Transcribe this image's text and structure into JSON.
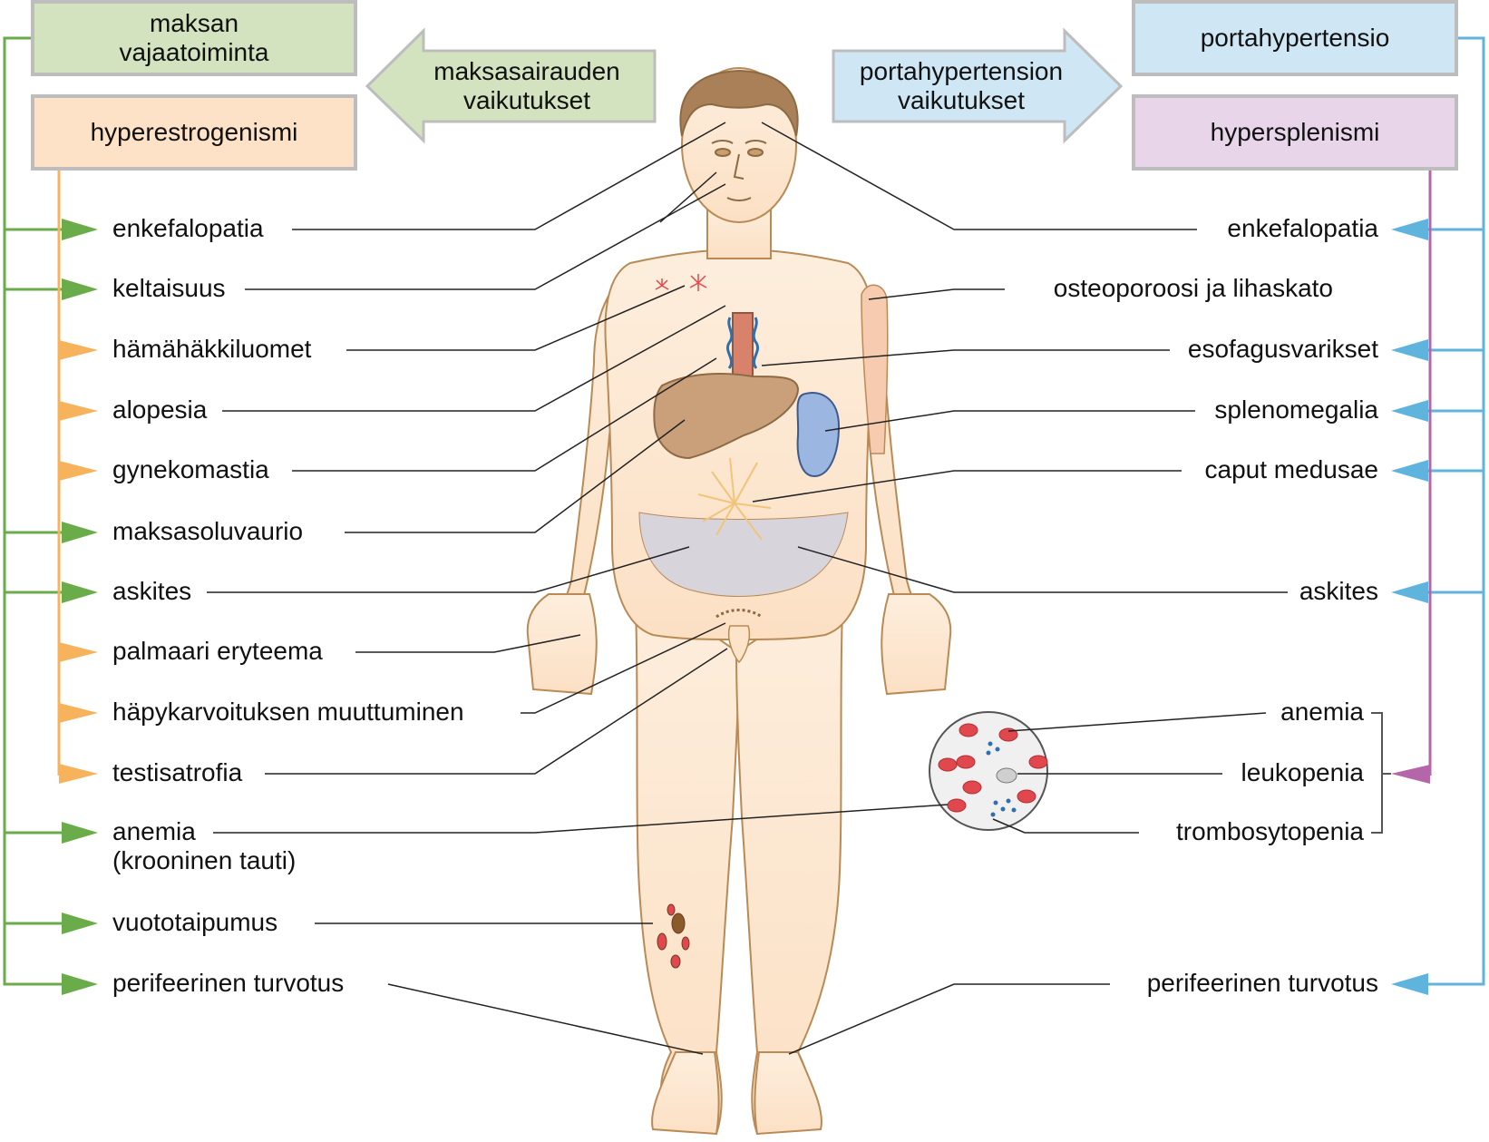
{
  "header": {
    "left_boxes": {
      "liver_failure": "maksan\nvajaatoiminta",
      "hyperestrogenism": "hyperestrogenismi"
    },
    "right_boxes": {
      "portal_hypertension": "portahypertensio",
      "hypersplenism": "hypersplenismi"
    },
    "left_arrow": "maksasairauden\nvaikutukset",
    "right_arrow": "portahypertension\nvaikutukset"
  },
  "left_labels": [
    "enkefalopatia",
    "keltaisuus",
    "hämähäkkiluomet",
    "alopesia",
    "gynekomastia",
    "maksasoluvaurio",
    "askites",
    "palmaari eryteema",
    "häpykarvoituksen muuttuminen",
    "testisatrofia",
    "anemia\n(krooninen tauti)",
    "vuototaipumus",
    "perifeerinen turvotus"
  ],
  "right_labels": [
    "enkefalopatia",
    "osteoporoosi ja lihaskato",
    "esofagusvarikset",
    "splenomegalia",
    "caput medusae",
    "askites",
    "anemia",
    "leukopenia",
    "trombosytopenia",
    "perifeerinen turvotus"
  ],
  "colors": {
    "green": "#6aab4a",
    "orange": "#f7b25c",
    "blue": "#5fb4dd",
    "purple": "#b566a8",
    "green_fill": "#d3e3c0",
    "orange_fill": "#fde2c7",
    "blue_fill": "#cfe6f4",
    "purple_fill": "#e8d5ea",
    "skin": "#fde9d4",
    "outline": "#b98a55"
  }
}
